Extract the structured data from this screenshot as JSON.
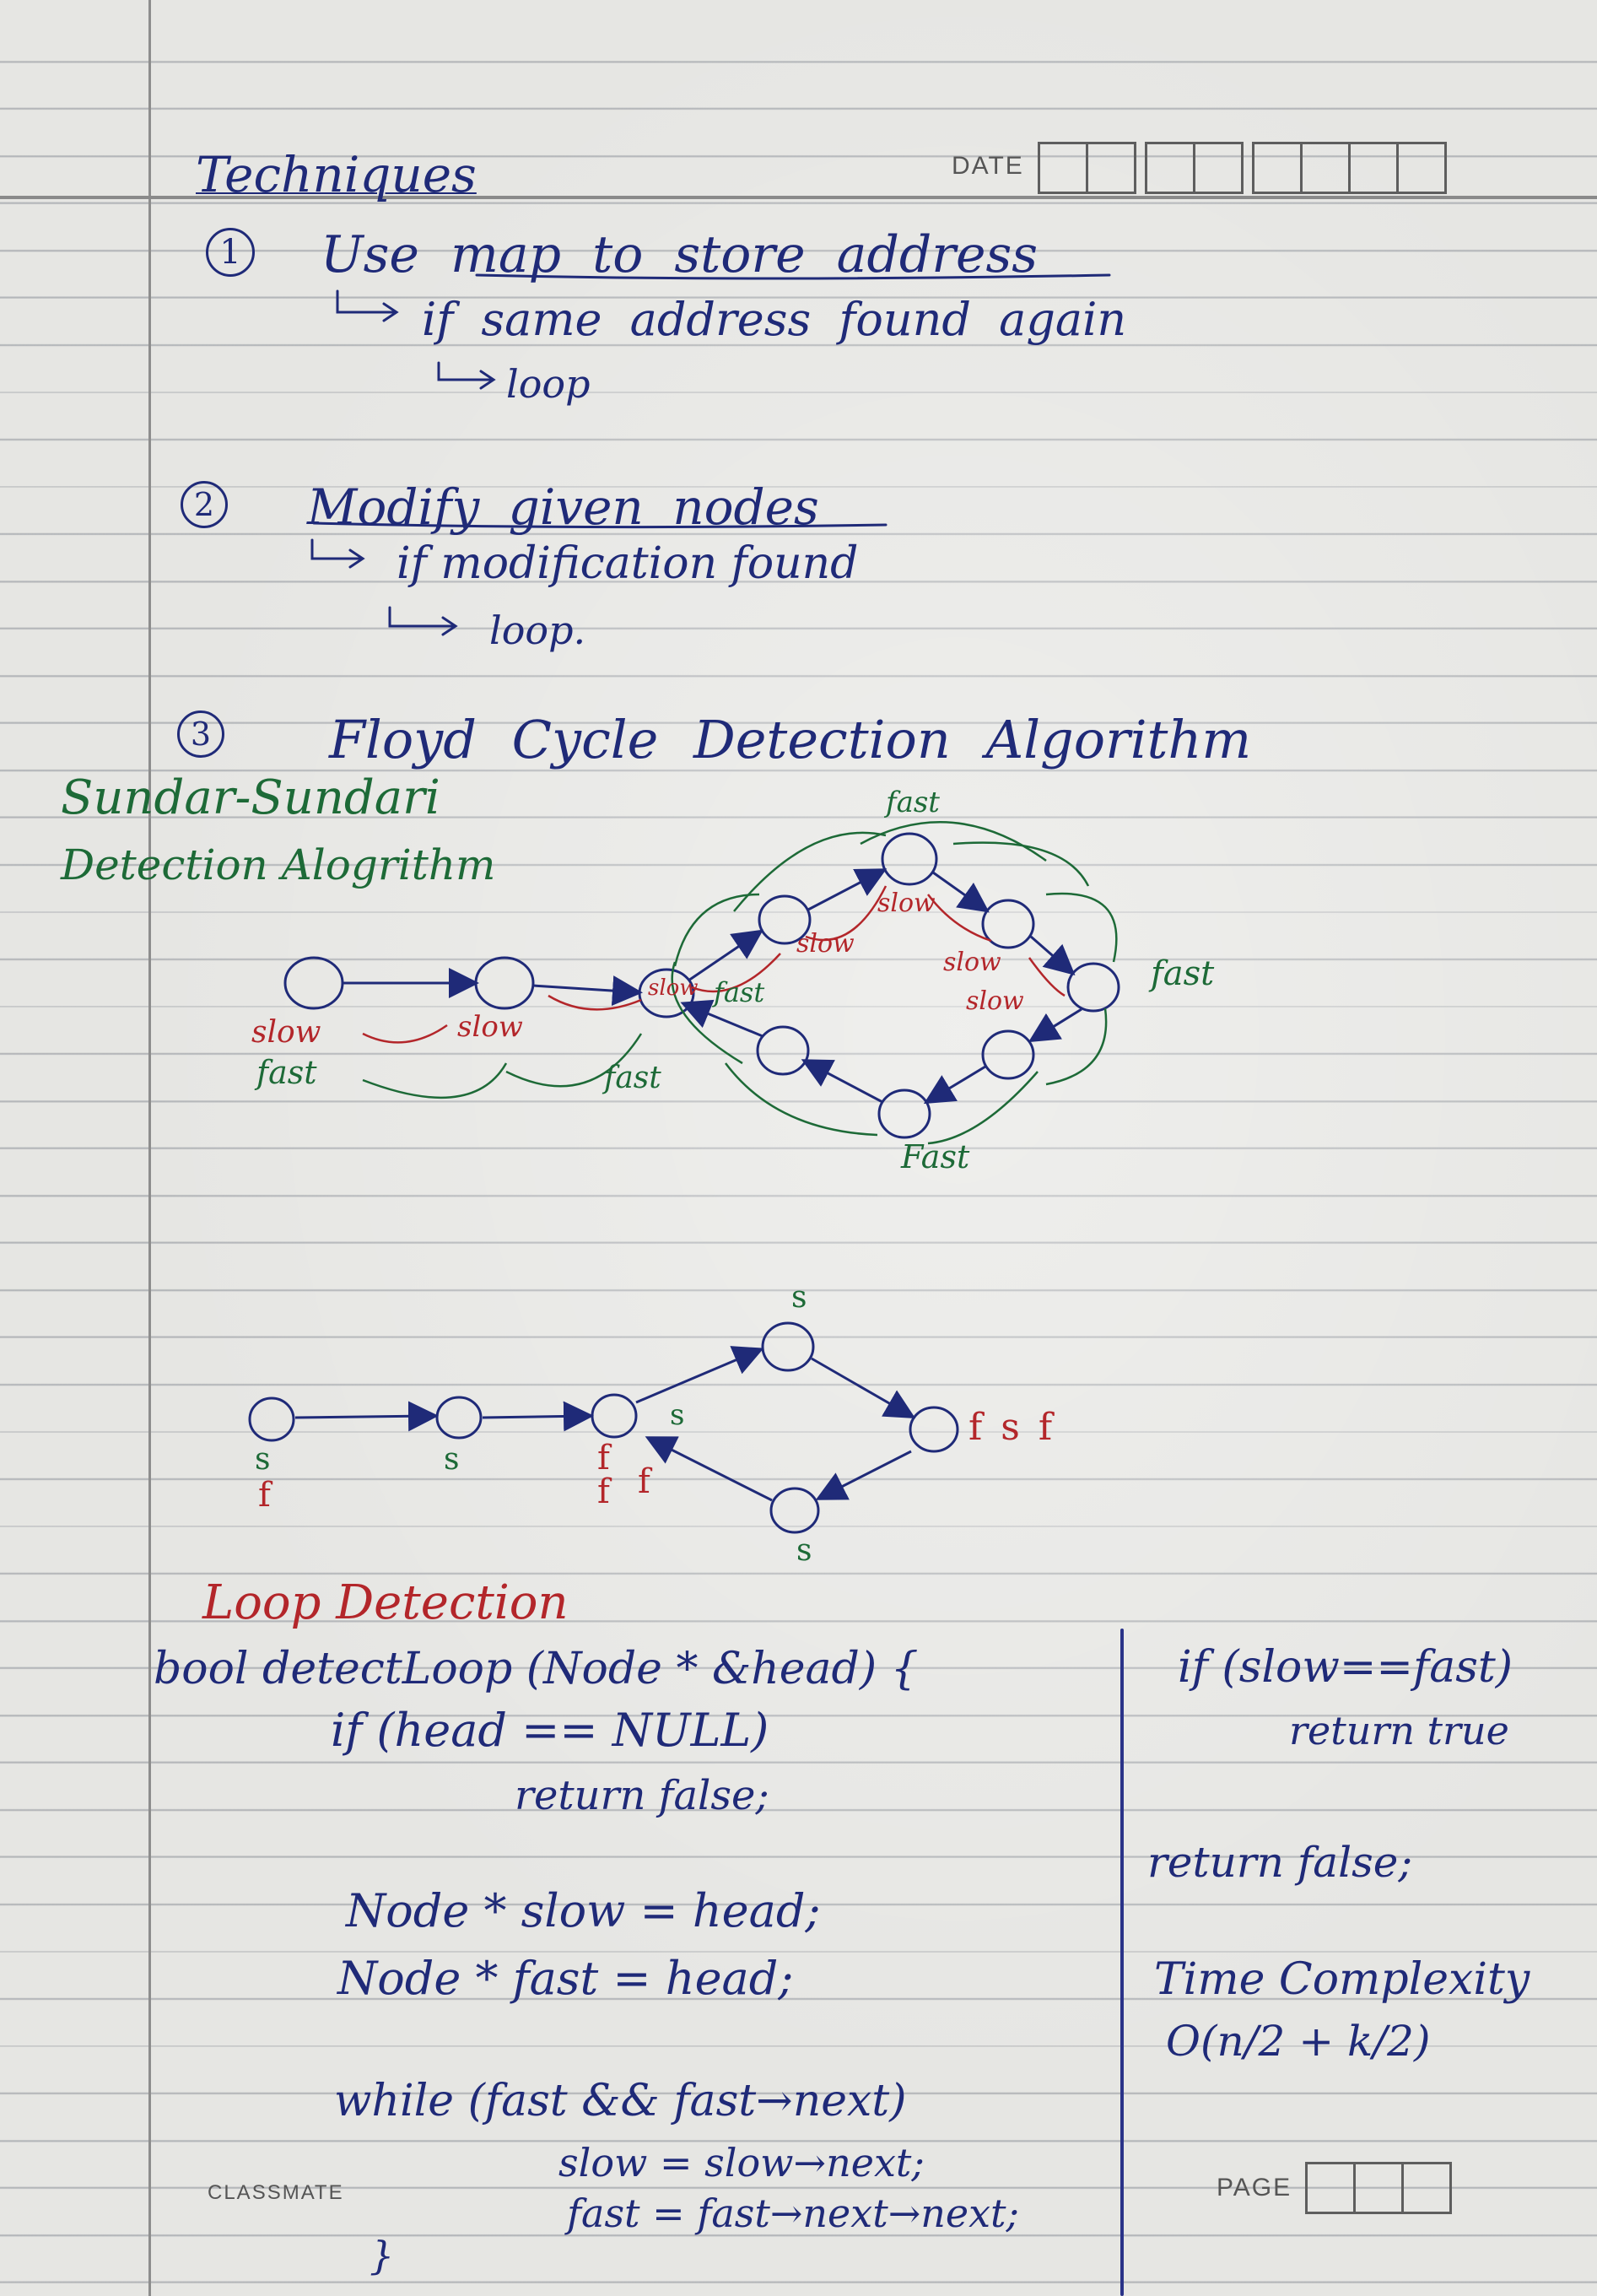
{
  "notebook": {
    "date_label": "DATE",
    "page_label": "PAGE",
    "brand": "classmate"
  },
  "notes": {
    "title": "Techniques",
    "technique1": {
      "number": "1",
      "heading": "Use map to store address",
      "sub1": "if same address found again",
      "sub2": "loop"
    },
    "technique2": {
      "number": "2",
      "heading": "Modify given nodes",
      "sub1": "if modification found",
      "sub2": "loop."
    },
    "technique3": {
      "number": "3",
      "heading": "Floyd Cycle Detection Algorithm",
      "aside_line1": "Sundar-Sundari",
      "aside_line2": "Detection Alogrithm"
    }
  },
  "diagram1": {
    "labels": {
      "slow": "slow",
      "fast": "fast",
      "fast_cap": "Fast"
    }
  },
  "diagram2": {
    "labels": {
      "s": "s",
      "f": "f",
      "fsf": "f s f"
    }
  },
  "code": {
    "heading": "Loop Detection",
    "lines": [
      "bool detectLoop (Node * &head) {",
      "if (head == NULL)",
      "return false;",
      "Node * slow = head;",
      "Node * fast = head;",
      "while (fast && fast→next)",
      "slow = slow→next;",
      "fast = fast→next→next;",
      "}"
    ],
    "right_lines": [
      "if (slow==fast)",
      "return true",
      "return false;",
      "Time Complexity",
      "O(n/2 + k/2)"
    ]
  },
  "colors": {
    "blue_ink": "#1f2a78",
    "red_ink": "#b3262a",
    "green_ink": "#1d6a37",
    "paper": "#e6e6e3"
  }
}
